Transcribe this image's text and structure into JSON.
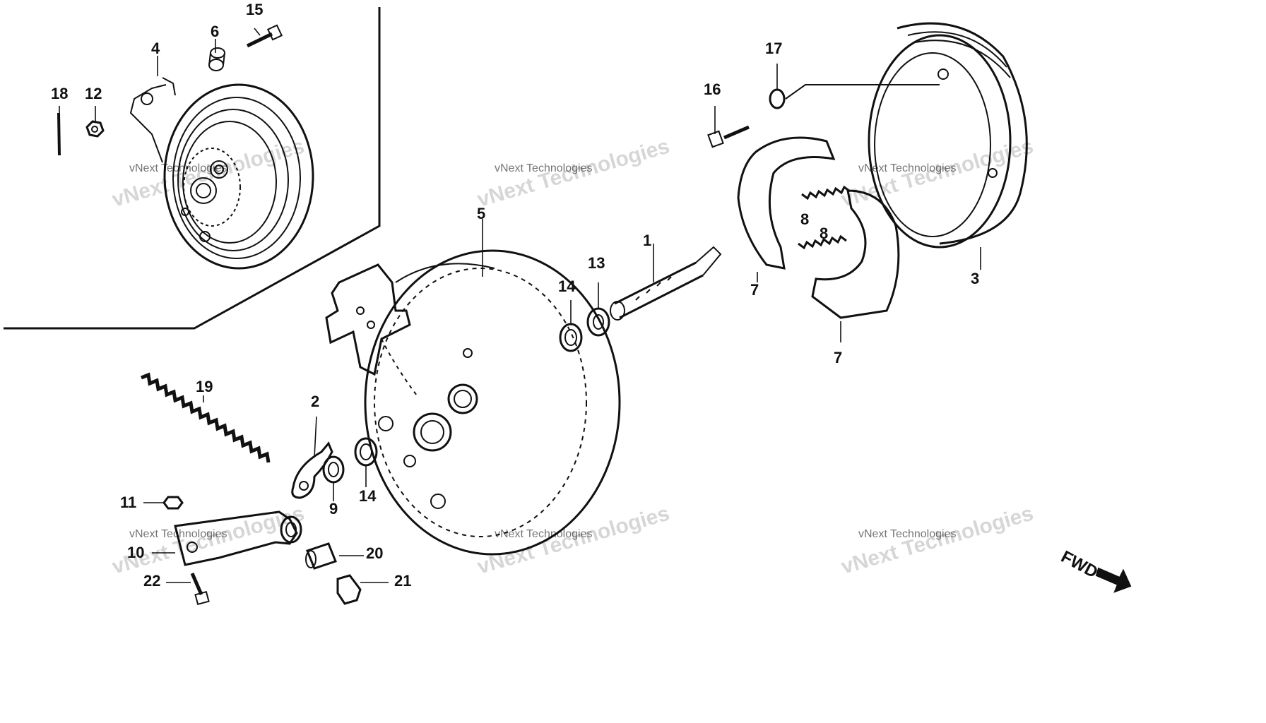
{
  "callouts": {
    "n1": "1",
    "n2": "2",
    "n3": "3",
    "n4": "4",
    "n5": "5",
    "n6": "6",
    "n7a": "7",
    "n7b": "7",
    "n8a": "8",
    "n8b": "8",
    "n9": "9",
    "n10": "10",
    "n11": "11",
    "n12": "12",
    "n13": "13",
    "n14a": "14",
    "n14b": "14",
    "n15": "15",
    "n16": "16",
    "n17": "17",
    "n18": "18",
    "n19": "19",
    "n20": "20",
    "n21": "21",
    "n22": "22"
  },
  "watermarks": {
    "top_left": {
      "line1": "vNext Technologies",
      "line2": "vNext Technologies"
    },
    "top_center": {
      "line1": "vNext Technologies",
      "line2": "vNext Technologies"
    },
    "top_right": {
      "line1": "vNext Technologies",
      "line2": "vNext Technologies"
    },
    "bottom_left": {
      "line1": "vNext Technologies",
      "line2": "vNext Technologies"
    },
    "bottom_center": {
      "line1": "vNext Technologies",
      "line2": "vNext Technologies"
    },
    "bottom_right": {
      "line1": "vNext Technologies",
      "line2": "vNext Technologies"
    }
  },
  "direction_marker": {
    "label": "FWD"
  },
  "colors": {
    "ink": "#111111",
    "paper": "#ffffff",
    "watermark": "#999999"
  }
}
